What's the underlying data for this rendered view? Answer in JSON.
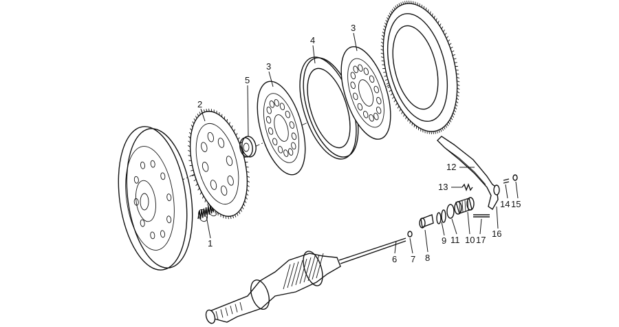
{
  "callouts": [
    {
      "id": "c1",
      "text": "1"
    },
    {
      "id": "c2",
      "text": "2"
    },
    {
      "id": "c3a",
      "text": "3"
    },
    {
      "id": "c3b",
      "text": "3"
    },
    {
      "id": "c4",
      "text": "4"
    },
    {
      "id": "c5",
      "text": "5"
    },
    {
      "id": "c6",
      "text": "6"
    },
    {
      "id": "c7",
      "text": "7"
    },
    {
      "id": "c8",
      "text": "8"
    },
    {
      "id": "c9",
      "text": "9"
    },
    {
      "id": "c10",
      "text": "10"
    },
    {
      "id": "c11",
      "text": "11"
    },
    {
      "id": "c12",
      "text": "12"
    },
    {
      "id": "c13",
      "text": "13"
    },
    {
      "id": "c14",
      "text": "14"
    },
    {
      "id": "c15",
      "text": "15"
    },
    {
      "id": "c16",
      "text": "16"
    },
    {
      "id": "c17",
      "text": "17"
    }
  ]
}
